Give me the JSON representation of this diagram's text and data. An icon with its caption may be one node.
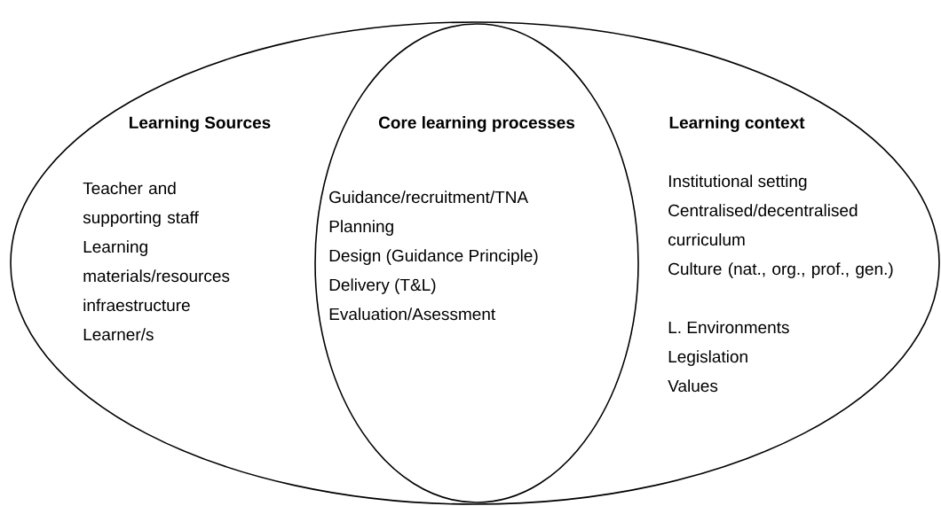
{
  "diagram": {
    "nodes": [
      {
        "text": [
          "Learning Sources",
          "Teacher and supporting staff",
          "Learning materials/resources",
          "infraestructure",
          "Learner/s",
          "Learning context",
          "Institutional setting",
          "Centralised/decentralised curriculum",
          "Culture (nat., org., prof., gen.)",
          "L. Environments",
          "Legislation",
          "Values"
        ]
      },
      {
        "text": [
          "Core learning processes",
          "Guidance/recruitment/TNA",
          "Planning",
          "Design (Guidance Principle)",
          "Delivery (T&L)",
          "Evaluation/Asessment"
        ],
        "in": 0
      }
    ]
  }
}
